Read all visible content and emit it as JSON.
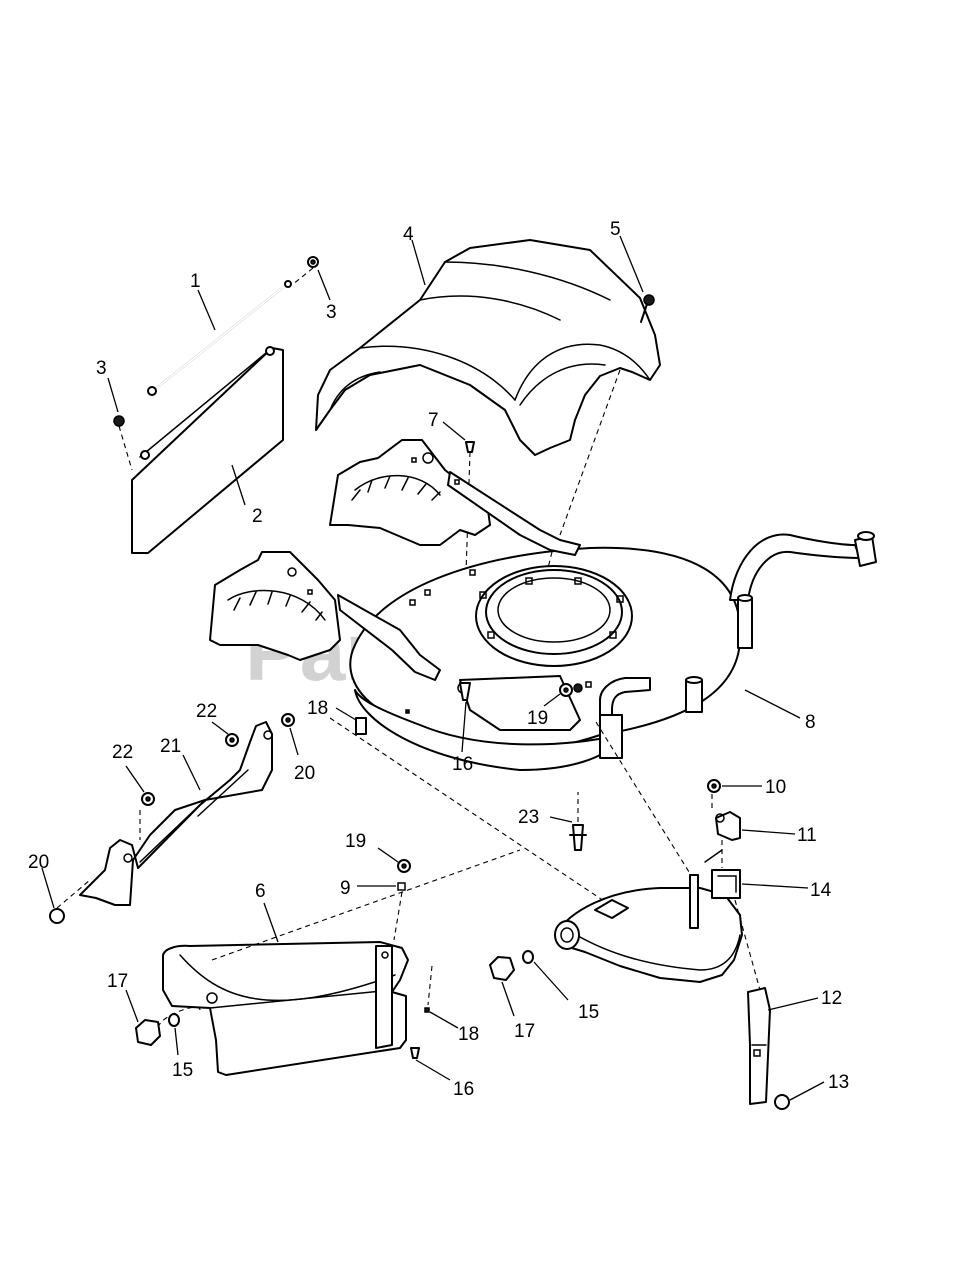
{
  "watermark": {
    "text": "PartsTree",
    "tm": "TM"
  },
  "callouts": [
    {
      "id": "c1",
      "label": "1"
    },
    {
      "id": "c2",
      "label": "2"
    },
    {
      "id": "c3a",
      "label": "3"
    },
    {
      "id": "c3b",
      "label": "3"
    },
    {
      "id": "c4",
      "label": "4"
    },
    {
      "id": "c5",
      "label": "5"
    },
    {
      "id": "c6",
      "label": "6"
    },
    {
      "id": "c7",
      "label": "7"
    },
    {
      "id": "c8",
      "label": "8"
    },
    {
      "id": "c9",
      "label": "9"
    },
    {
      "id": "c10",
      "label": "10"
    },
    {
      "id": "c11",
      "label": "11"
    },
    {
      "id": "c12",
      "label": "12"
    },
    {
      "id": "c13",
      "label": "13"
    },
    {
      "id": "c14",
      "label": "14"
    },
    {
      "id": "c15a",
      "label": "15"
    },
    {
      "id": "c15b",
      "label": "15"
    },
    {
      "id": "c16a",
      "label": "16"
    },
    {
      "id": "c16b",
      "label": "16"
    },
    {
      "id": "c17a",
      "label": "17"
    },
    {
      "id": "c17b",
      "label": "17"
    },
    {
      "id": "c18a",
      "label": "18"
    },
    {
      "id": "c18b",
      "label": "18"
    },
    {
      "id": "c19a",
      "label": "19"
    },
    {
      "id": "c19b",
      "label": "19"
    },
    {
      "id": "c20a",
      "label": "20"
    },
    {
      "id": "c20b",
      "label": "20"
    },
    {
      "id": "c21",
      "label": "21"
    },
    {
      "id": "c22a",
      "label": "22"
    },
    {
      "id": "c22b",
      "label": "22"
    },
    {
      "id": "c23",
      "label": "23"
    }
  ]
}
